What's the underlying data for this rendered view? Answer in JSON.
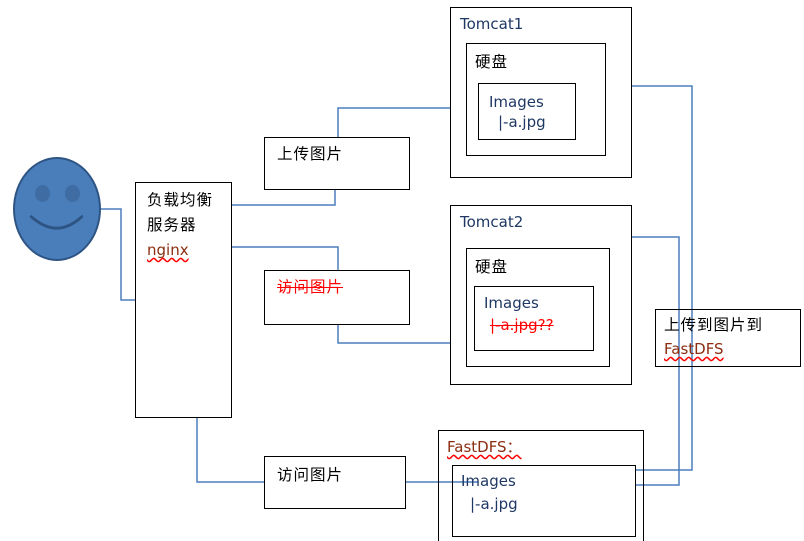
{
  "diagram": {
    "title": "FastDFS distributed image storage architecture",
    "colors": {
      "wire": "#4A7EBB",
      "box_border": "#000000",
      "face_fill": "#4A7EBB",
      "face_border": "#2E5484",
      "text_dark": "#1F3864",
      "text_red": "#FF0000",
      "spell_text": "#8B2E10",
      "spell_underline": "#FF0000"
    },
    "nodes": {
      "client": {
        "name": "client-smiley-face"
      },
      "load_balancer": {
        "line1": "负载均衡",
        "line2": "服务器",
        "line3": "nginx"
      },
      "upload_image_label": {
        "text": "上传图片"
      },
      "access_image_label_struck": {
        "text": "访问图片"
      },
      "access_image_label_bottom": {
        "text": "访问图片"
      },
      "tomcat1": {
        "title": "Tomcat1",
        "disk": "硬盘",
        "images_dir": "Images",
        "image_file": "|-a.jpg"
      },
      "tomcat2": {
        "title": "Tomcat2",
        "disk": "硬盘",
        "images_dir": "Images",
        "image_file": "|-a.jpg??"
      },
      "upload_to_fastdfs": {
        "line1": "上传到图片到",
        "line2": "FastDFS"
      },
      "fastdfs": {
        "title": "FastDFS：",
        "images_dir": "Images",
        "image_file": "|-a.jpg"
      }
    }
  }
}
